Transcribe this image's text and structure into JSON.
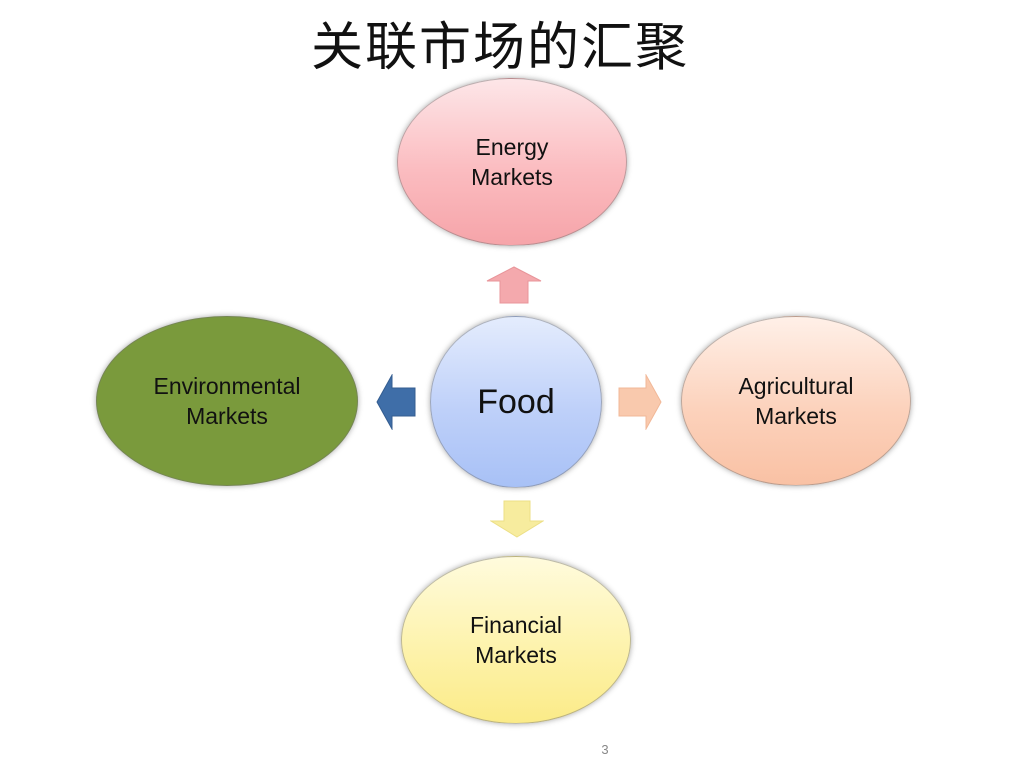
{
  "title": "关联市场的汇聚",
  "center": {
    "label": "Food"
  },
  "nodes": {
    "energy": {
      "label": "Energy\nMarkets"
    },
    "agricultural": {
      "label": "Agricultural\nMarkets"
    },
    "environmental": {
      "label": "Environmental\nMarkets"
    },
    "financial": {
      "label": "Financial\nMarkets"
    }
  },
  "page_number": "3",
  "colors": {
    "energy": "#f6a4a9",
    "agricultural": "#f9c1a4",
    "environmental": "#7a9a3c",
    "financial": "#fbeb88",
    "food": "#a8c1f6",
    "arrow_up": "#f4a9ad",
    "arrow_right": "#f9c9ad",
    "arrow_down": "#f7ec9e",
    "arrow_left": "#3f6ea8"
  }
}
